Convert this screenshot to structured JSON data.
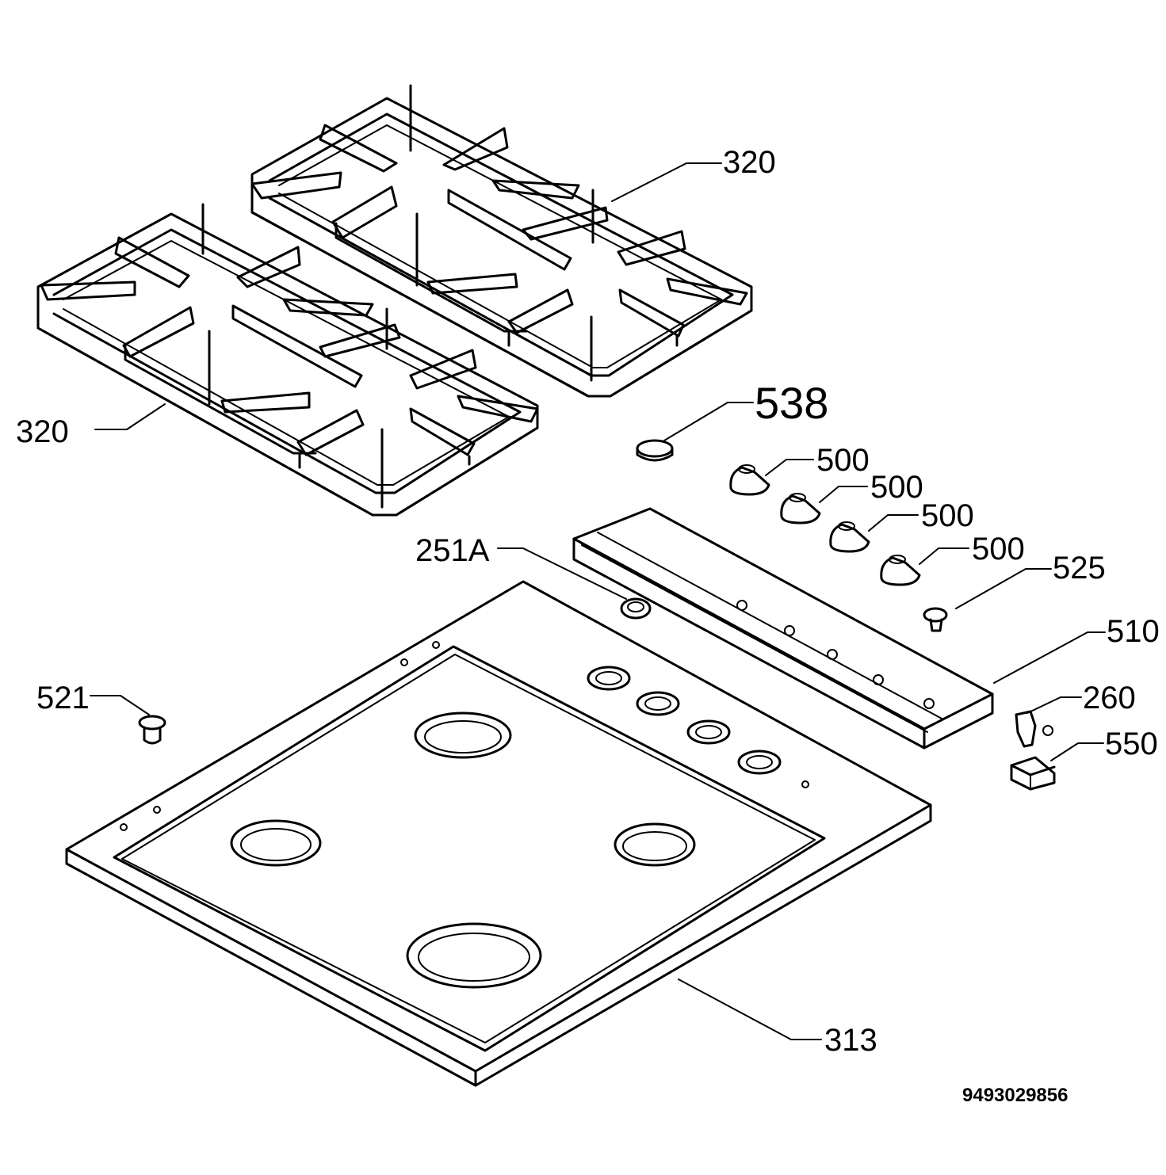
{
  "labels": {
    "grate_right": "320",
    "grate_left": "320",
    "burner_cap": "538",
    "knob_1": "500",
    "knob_2": "500",
    "knob_3": "500",
    "knob_4": "500",
    "spark_button": "525",
    "control_panel": "510",
    "switch": "260",
    "connector": "550",
    "screw": "521",
    "igniter": "251A",
    "hob_top": "313"
  },
  "document_number": "9493029856"
}
